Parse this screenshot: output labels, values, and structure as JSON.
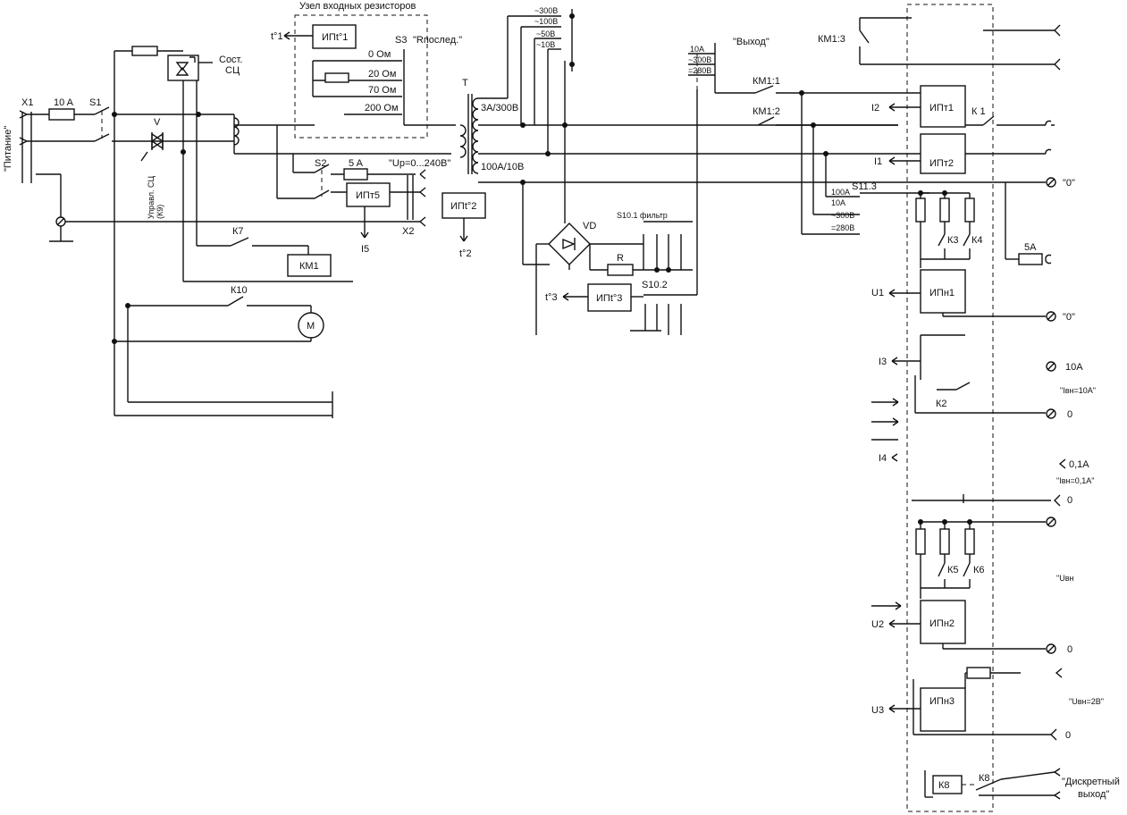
{
  "labels": {
    "input_resistors_block": "Узел входных резисторов",
    "power": "\"Питание\"",
    "x1": "X1",
    "fuse_10a": "10 A",
    "s1": "S1",
    "v": "V",
    "triac_control": "Управл. СЦ",
    "k9": "(К9)",
    "state_sc_1": "Сост.",
    "state_sc_2": "СЦ",
    "t1": "t°1",
    "ipt1_temp": "ИПt°1",
    "s3": "S3",
    "r_series": "\"Rпослед.\"",
    "r0": "0 Ом",
    "r20": "20 Ом",
    "r70": "70 Ом",
    "r200": "200 Ом",
    "s2": "S2",
    "fuse_5a": "5 A",
    "up_range": "\"Uр=0...240В\"",
    "ipt5": "ИПт5",
    "i5": "I5",
    "x2": "X2",
    "k7": "К7",
    "km1_coil": "КМ1",
    "k10": "К10",
    "motor": "М",
    "transformer": "T",
    "tap_300": "~300В",
    "tap_100": "~100В",
    "tap_50": "~50В",
    "tap_10": "~10В",
    "sec_1": "3А/300В",
    "sec_3": "100А/10В",
    "ipt2_temp": "ИПt°2",
    "t2": "t°2",
    "vd": "VD",
    "r": "R",
    "s10_1": "S10.1 фильтр",
    "s10_2": "S10.2",
    "t3": "t°3",
    "ipt3_temp": "ИПt°3",
    "out_10a": "10А",
    "out_300": "~300В",
    "out_280": "=280В",
    "output": "\"Выход\"",
    "km1_3": "КМ1:3",
    "km1_1": "КМ1:1",
    "km1_2": "КМ1:2",
    "i2": "I2",
    "ipt1": "ИПт1",
    "k1": "К 1",
    "i1": "I1",
    "ipt2": "ИПт2",
    "zero_q": "\"0\"",
    "s11_3": "S11.3",
    "s11_100a": "100А",
    "s11_10a": "10А",
    "s11_300": "~300В",
    "s11_280": "=280В",
    "k3": "К3",
    "k4": "К4",
    "fuse_5a_r": "5А",
    "u1": "U1",
    "ipn1": "ИПн1",
    "zero_q2": "\"0\"",
    "i3": "I3",
    "ten_a": "10А",
    "ivn10": "\"Iвн=10А\"",
    "k2": "К2",
    "zero": "0",
    "i4": "I4",
    "z01a": "0,1А",
    "ivn01": "\"Iвн=0,1А\"",
    "zero_b": "0",
    "k5": "К5",
    "k6": "К6",
    "uvn": "\"Uвн",
    "u2": "U2",
    "ipn2": "ИПн2",
    "zero_c": "0",
    "uvn2": "\"Uвн=2В\"",
    "u3": "U3",
    "ipn3": "ИПн3",
    "zero_d": "0",
    "k8coil": "К8",
    "k8": "К8",
    "discrete_1": "\"Дискретный",
    "discrete_2": "выход\""
  }
}
